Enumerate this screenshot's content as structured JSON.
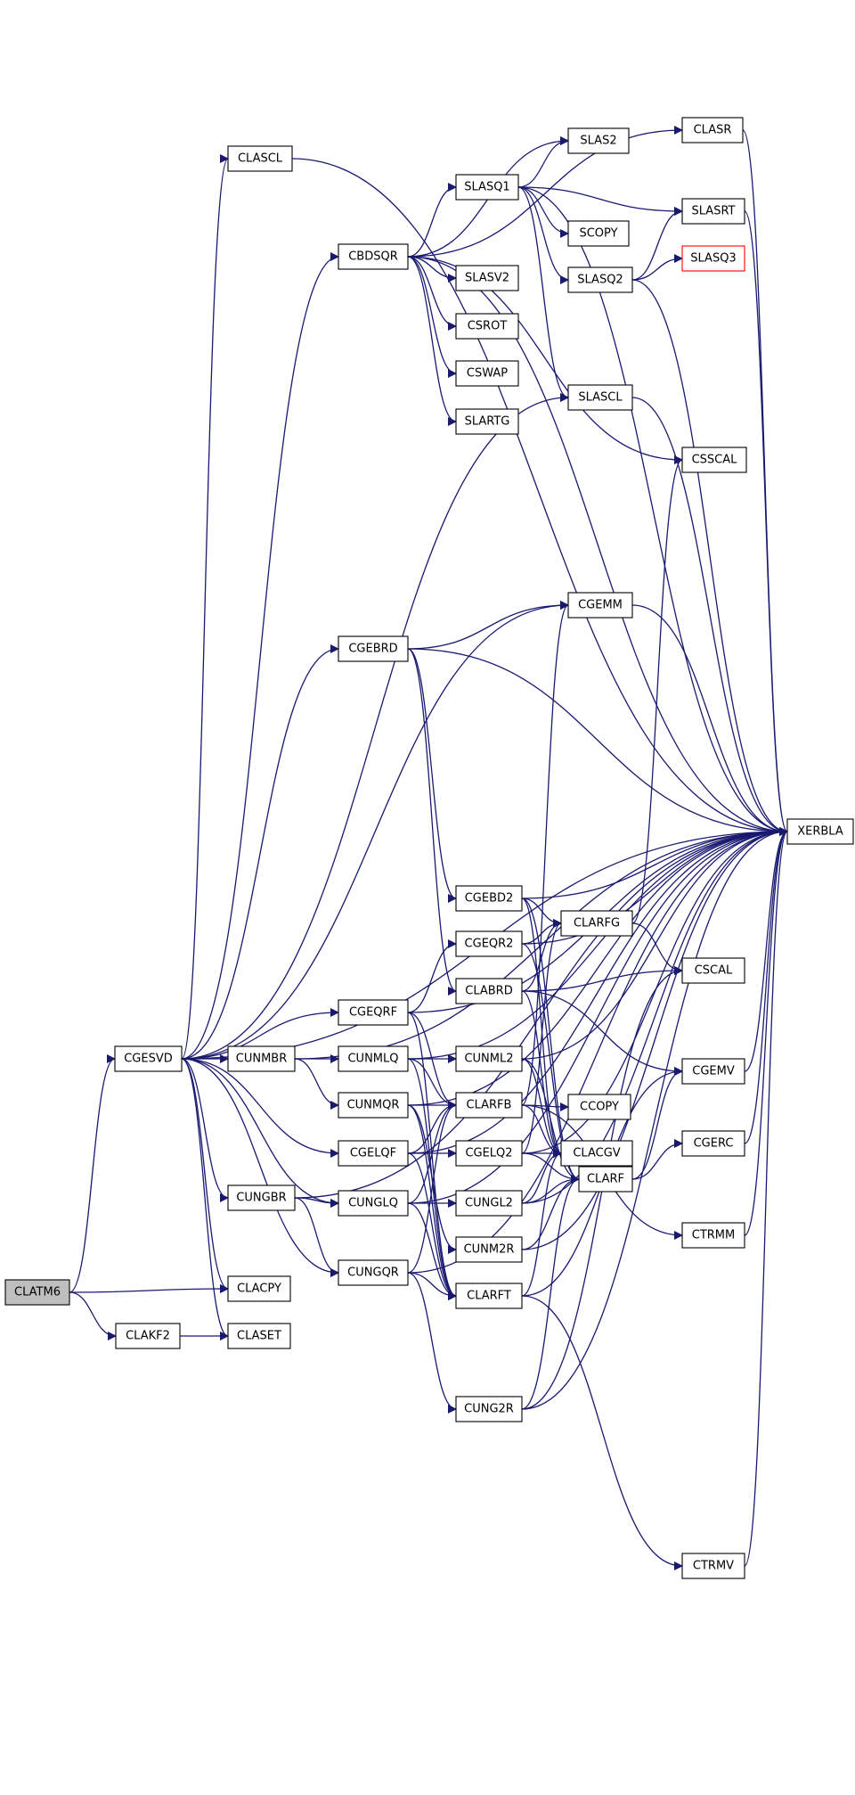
{
  "graph": {
    "root": "CLATM6",
    "colors": {
      "edge": "#191970",
      "root_fill": "#bfbfbf",
      "node_border": "#000000",
      "highlight_border": "#ff0000"
    },
    "nodes": [
      {
        "id": "CLATM6",
        "label": "CLATM6",
        "style": "root"
      },
      {
        "id": "CGESVD",
        "label": "CGESVD"
      },
      {
        "id": "CLACPY",
        "label": "CLACPY"
      },
      {
        "id": "CLAKF2",
        "label": "CLAKF2"
      },
      {
        "id": "CLASET",
        "label": "CLASET"
      },
      {
        "id": "CBDSQR",
        "label": "CBDSQR"
      },
      {
        "id": "CGEBRD",
        "label": "CGEBRD"
      },
      {
        "id": "CGELQF",
        "label": "CGELQF"
      },
      {
        "id": "CGEMM",
        "label": "CGEMM"
      },
      {
        "id": "CGEQRF",
        "label": "CGEQRF"
      },
      {
        "id": "CLASCL",
        "label": "CLASCL"
      },
      {
        "id": "CUNGBR",
        "label": "CUNGBR"
      },
      {
        "id": "CUNMBR",
        "label": "CUNMBR"
      },
      {
        "id": "SLASCL",
        "label": "SLASCL"
      },
      {
        "id": "XERBLA",
        "label": "XERBLA"
      },
      {
        "id": "CUNGLQ",
        "label": "CUNGLQ"
      },
      {
        "id": "CUNGQR",
        "label": "CUNGQR"
      },
      {
        "id": "CUNMLQ",
        "label": "CUNMLQ"
      },
      {
        "id": "CUNMQR",
        "label": "CUNMQR"
      },
      {
        "id": "CLASR",
        "label": "CLASR"
      },
      {
        "id": "SLAS2",
        "label": "SLAS2"
      },
      {
        "id": "SLASQ1",
        "label": "SLASQ1"
      },
      {
        "id": "CSSCAL",
        "label": "CSSCAL"
      },
      {
        "id": "SLASV2",
        "label": "SLASV2"
      },
      {
        "id": "CSROT",
        "label": "CSROT"
      },
      {
        "id": "CSWAP",
        "label": "CSWAP"
      },
      {
        "id": "SLARTG",
        "label": "SLARTG"
      },
      {
        "id": "SLASRT",
        "label": "SLASRT"
      },
      {
        "id": "SCOPY",
        "label": "SCOPY"
      },
      {
        "id": "SLASQ2",
        "label": "SLASQ2"
      },
      {
        "id": "SLASQ3",
        "label": "SLASQ3",
        "style": "red"
      },
      {
        "id": "CGEBD2",
        "label": "CGEBD2"
      },
      {
        "id": "CLABRD",
        "label": "CLABRD"
      },
      {
        "id": "CLACGV",
        "label": "CLACGV"
      },
      {
        "id": "CLARF",
        "label": "CLARF"
      },
      {
        "id": "CLARFG",
        "label": "CLARFG"
      },
      {
        "id": "CGEMV",
        "label": "CGEMV"
      },
      {
        "id": "CGERC",
        "label": "CGERC"
      },
      {
        "id": "CSCAL",
        "label": "CSCAL"
      },
      {
        "id": "CGELQ2",
        "label": "CGELQ2"
      },
      {
        "id": "CLARFB",
        "label": "CLARFB"
      },
      {
        "id": "CLARFT",
        "label": "CLARFT"
      },
      {
        "id": "CGEQR2",
        "label": "CGEQR2"
      },
      {
        "id": "CTRMM",
        "label": "CTRMM"
      },
      {
        "id": "CCOPY",
        "label": "CCOPY"
      },
      {
        "id": "CTRMV",
        "label": "CTRMV"
      },
      {
        "id": "CUNGL2",
        "label": "CUNGL2"
      },
      {
        "id": "CUNG2R",
        "label": "CUNG2R"
      },
      {
        "id": "CUNML2",
        "label": "CUNML2"
      },
      {
        "id": "CUNM2R",
        "label": "CUNM2R"
      }
    ]
  }
}
